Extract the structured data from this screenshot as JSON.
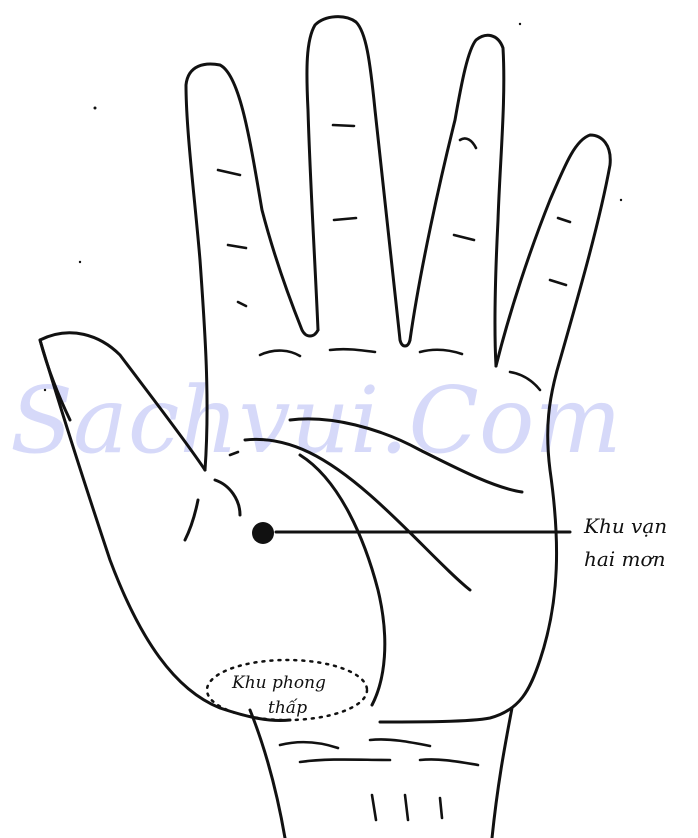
{
  "watermark": "Sachvui.Com",
  "labels": {
    "point_name_line1": "Khu vạn",
    "point_name_line2": "hai mơn",
    "zone_name_line1": "Khu phong",
    "zone_name_line2": "thấp"
  },
  "colors": {
    "ink": "#111111",
    "watermark": "#c9cdf7",
    "background": "#ffffff"
  }
}
